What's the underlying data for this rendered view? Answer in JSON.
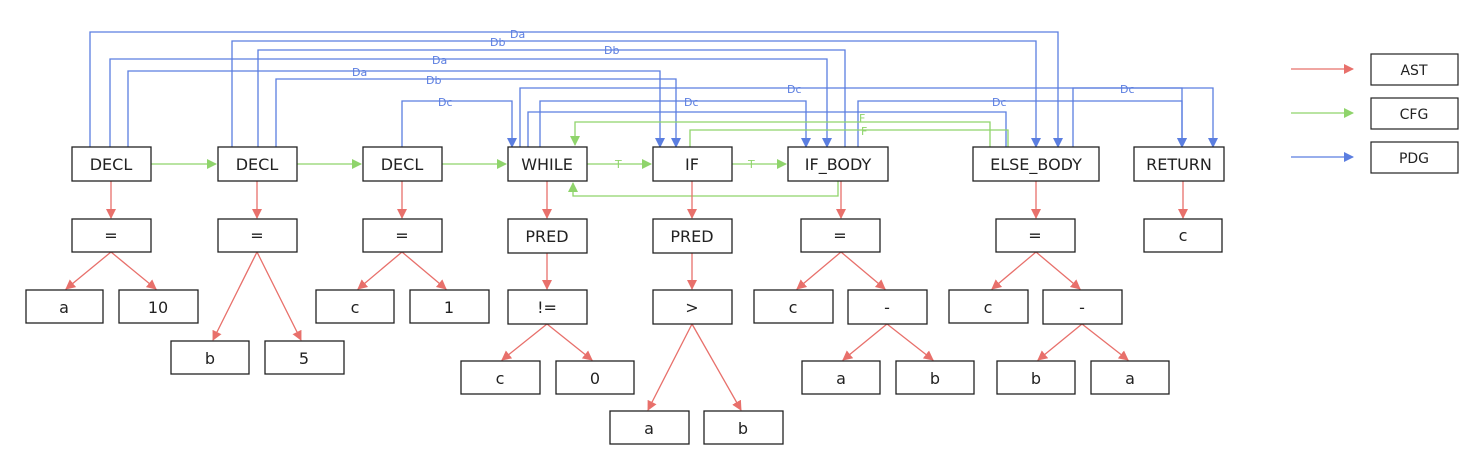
{
  "colors": {
    "ast": "#e8706b",
    "cfg": "#8fd46b",
    "pdg": "#5b7ee0"
  },
  "legend": [
    {
      "id": "ast",
      "label": "AST"
    },
    {
      "id": "cfg",
      "label": "CFG"
    },
    {
      "id": "pdg",
      "label": "PDG"
    }
  ],
  "nodes": {
    "decl1": "DECL",
    "eq1": "=",
    "a1": "a",
    "ten": "10",
    "decl2": "DECL",
    "eq2": "=",
    "b2": "b",
    "five": "5",
    "decl3": "DECL",
    "eq3": "=",
    "c3": "c",
    "one": "1",
    "while": "WHILE",
    "pred1": "PRED",
    "neq": "!=",
    "cw": "c",
    "zero": "0",
    "if": "IF",
    "pred2": "PRED",
    "gt": ">",
    "ai": "a",
    "bi": "b",
    "ifbody": "IF_BODY",
    "eq4": "=",
    "c4": "c",
    "minus1": "-",
    "a4": "a",
    "b4": "b",
    "elsebody": "ELSE_BODY",
    "eq5": "=",
    "c5": "c",
    "minus2": "-",
    "b5": "b",
    "a5": "a",
    "return": "RETURN",
    "cr": "c"
  },
  "edge_labels": {
    "T": "T",
    "F": "F",
    "Da": "Da",
    "Db": "Db",
    "Dc": "Dc"
  }
}
